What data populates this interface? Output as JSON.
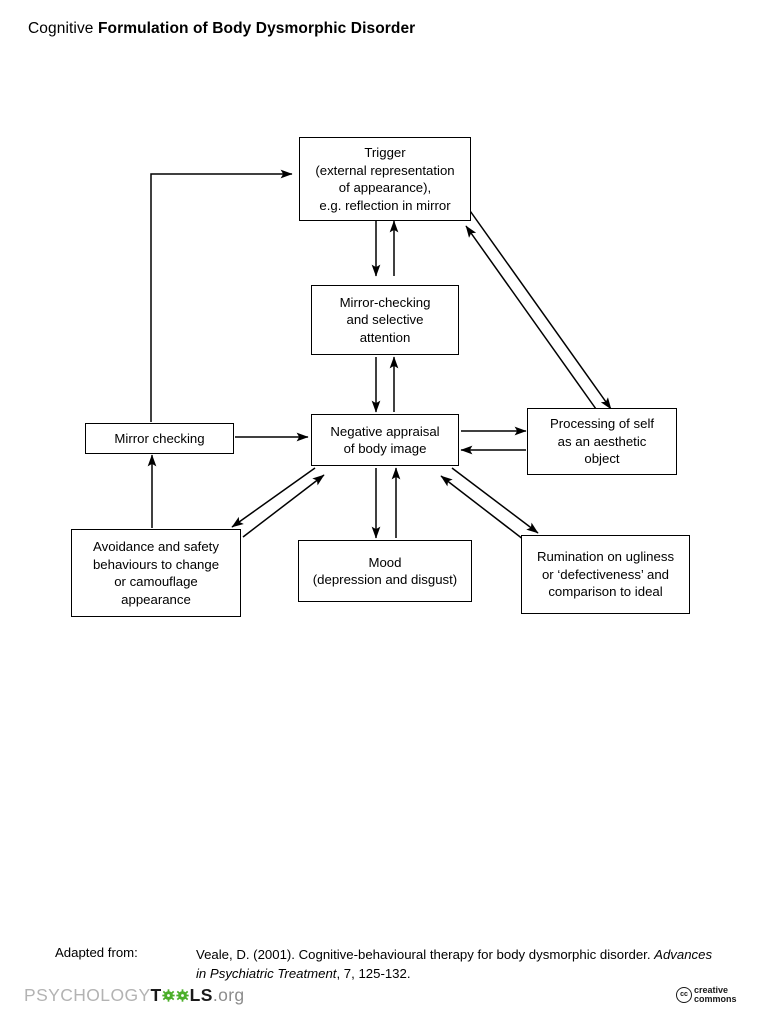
{
  "title": {
    "light": "Cognitive ",
    "bold": "Formulation of Body Dysmorphic Disorder"
  },
  "diagram": {
    "type": "flowchart",
    "nodes": [
      {
        "id": "trigger",
        "label": "Trigger\n(external representation\nof appearance),\ne.g. reflection in mirror"
      },
      {
        "id": "mirror-checking-selective-attention",
        "label": "Mirror-checking\nand selective\nattention"
      },
      {
        "id": "negative-appraisal",
        "label": "Negative appraisal\nof body image"
      },
      {
        "id": "mirror-checking",
        "label": "Mirror checking"
      },
      {
        "id": "processing-of-self",
        "label": "Processing of self\nas an aesthetic\nobject"
      },
      {
        "id": "avoidance-safety-behaviours",
        "label": "Avoidance and safety\nbehaviours to change\nor camouflage\nappearance"
      },
      {
        "id": "mood",
        "label": "Mood\n(depression and disgust)"
      },
      {
        "id": "rumination",
        "label": "Rumination on ugliness\nor ‘defectiveness’ and\ncomparison to ideal"
      }
    ],
    "edges": [
      {
        "from": "trigger",
        "to": "mirror-checking-selective-attention",
        "style": "down-arrow"
      },
      {
        "from": "mirror-checking-selective-attention",
        "to": "trigger",
        "style": "up-arrow"
      },
      {
        "from": "mirror-checking-selective-attention",
        "to": "negative-appraisal",
        "style": "down-arrow"
      },
      {
        "from": "negative-appraisal",
        "to": "mirror-checking-selective-attention",
        "style": "up-arrow"
      },
      {
        "from": "trigger",
        "to": "processing-of-self",
        "style": "diagonal-arrow"
      },
      {
        "from": "processing-of-self",
        "to": "trigger",
        "style": "diagonal-arrow"
      },
      {
        "from": "negative-appraisal",
        "to": "processing-of-self",
        "style": "right-arrow"
      },
      {
        "from": "processing-of-self",
        "to": "negative-appraisal",
        "style": "left-arrow"
      },
      {
        "from": "mirror-checking",
        "to": "negative-appraisal",
        "style": "right-arrow"
      },
      {
        "from": "mirror-checking",
        "to": "trigger",
        "style": "elbow-arrow"
      },
      {
        "from": "avoidance-safety-behaviours",
        "to": "mirror-checking",
        "style": "up-arrow"
      },
      {
        "from": "negative-appraisal",
        "to": "avoidance-safety-behaviours",
        "style": "diagonal-arrow"
      },
      {
        "from": "avoidance-safety-behaviours",
        "to": "negative-appraisal",
        "style": "diagonal-arrow"
      },
      {
        "from": "negative-appraisal",
        "to": "mood",
        "style": "down-arrow"
      },
      {
        "from": "mood",
        "to": "negative-appraisal",
        "style": "up-arrow"
      },
      {
        "from": "negative-appraisal",
        "to": "rumination",
        "style": "diagonal-arrow"
      },
      {
        "from": "rumination",
        "to": "negative-appraisal",
        "style": "diagonal-arrow"
      }
    ]
  },
  "footer": {
    "adapted_label": "Adapted from:",
    "citation_line1": "Veale, D. (2001). Cognitive-behavioural therapy for body dysmorphic disorder.",
    "citation_italic": "Advances in Psychiatric Treatment",
    "citation_line2_rest": ", 7, 125-132."
  },
  "logos": {
    "psychologytools": {
      "part1": "PSYCHOLOGY",
      "part2": "T",
      "part3": "LS",
      "part4": ".org",
      "gear_color": "#4caf2a"
    },
    "creative_commons": {
      "badge": "cc",
      "line1": "creative",
      "line2": "commons"
    }
  }
}
